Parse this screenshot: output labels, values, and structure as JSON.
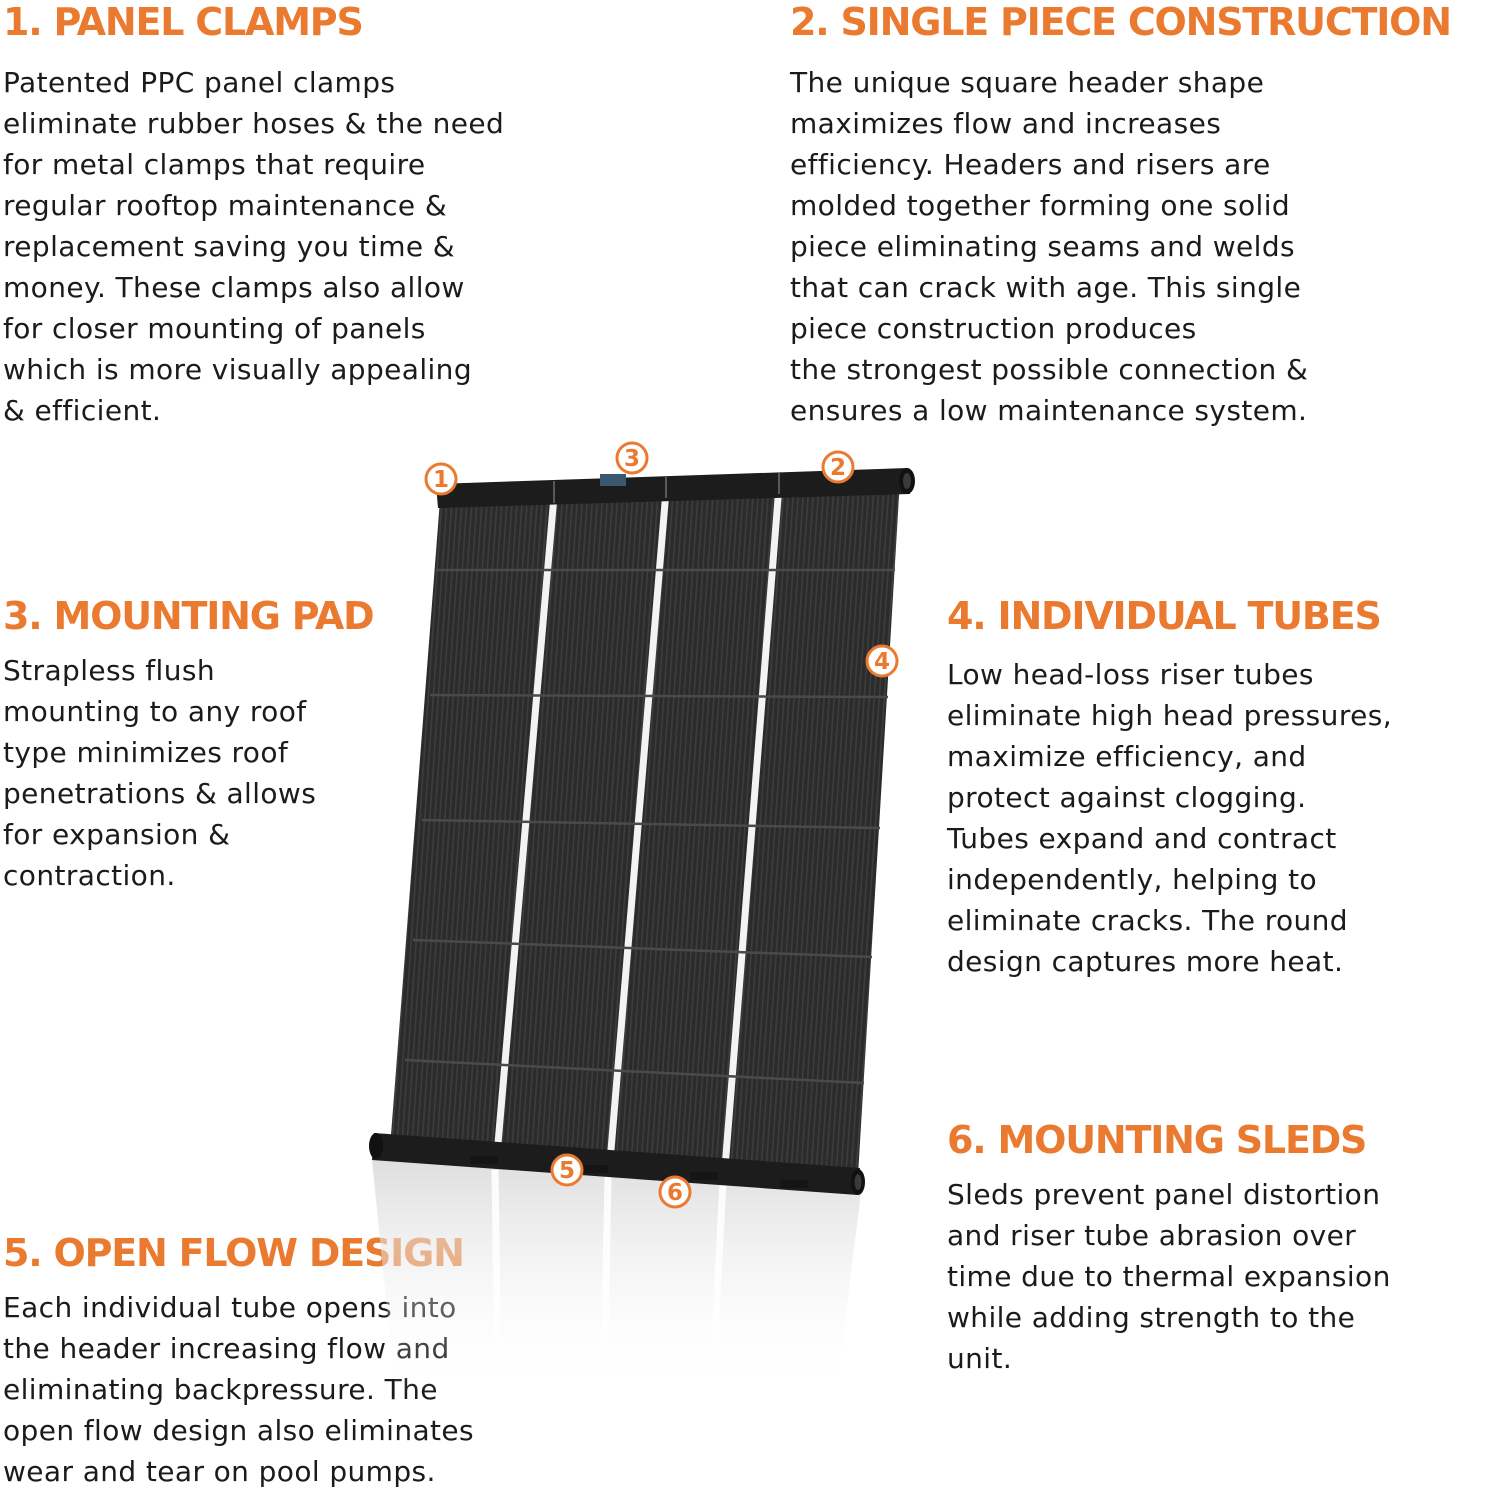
{
  "features": [
    {
      "id": "1",
      "title": "1. PANEL CLAMPS",
      "body": "Patented PPC panel clamps\neliminate rubber hoses & the need\nfor metal clamps that require\nregular rooftop maintenance &\nreplacement saving you time &\nmoney. These clamps also allow\nfor closer mounting of panels\nwhich is more visually appealing\n& efficient."
    },
    {
      "id": "2",
      "title": "2. SINGLE PIECE CONSTRUCTION",
      "body": "The unique square header shape\nmaximizes flow and increases\nefficiency. Headers and risers are\nmolded together forming one solid\npiece eliminating seams and welds\nthat can crack with age. This single\npiece construction produces\nthe strongest possible connection &\nensures a low maintenance system."
    },
    {
      "id": "3",
      "title": "3. MOUNTING PAD",
      "body": "Strapless flush\nmounting to any roof\ntype minimizes roof\npenetrations & allows\nfor expansion &\ncontraction."
    },
    {
      "id": "4",
      "title": "4. INDIVIDUAL TUBES",
      "body": "Low head-loss riser tubes\neliminate high head pressures,\nmaximize efficiency, and\nprotect against clogging.\nTubes expand and contract\nindependently, helping to\neliminate cracks. The round\ndesign captures more heat."
    },
    {
      "id": "5",
      "title": "5. OPEN FLOW DESIGN",
      "body": "Each individual tube opens into\nthe header increasing flow and\neliminating backpressure. The\nopen flow design also eliminates\nwear and tear on pool pumps."
    },
    {
      "id": "6",
      "title": "6. MOUNTING SLEDS",
      "body": "Sleds prevent panel distortion\nand riser tube abrasion over\ntime due to thermal expansion\nwhile adding strength to the\nunit."
    }
  ],
  "callouts": [
    "1",
    "2",
    "3",
    "4",
    "5",
    "6"
  ],
  "colors": {
    "accent": "#ea7a2f",
    "panel": "#2a2a2a",
    "header_pipe": "#1c1c1c",
    "text": "#1b1b1b"
  }
}
